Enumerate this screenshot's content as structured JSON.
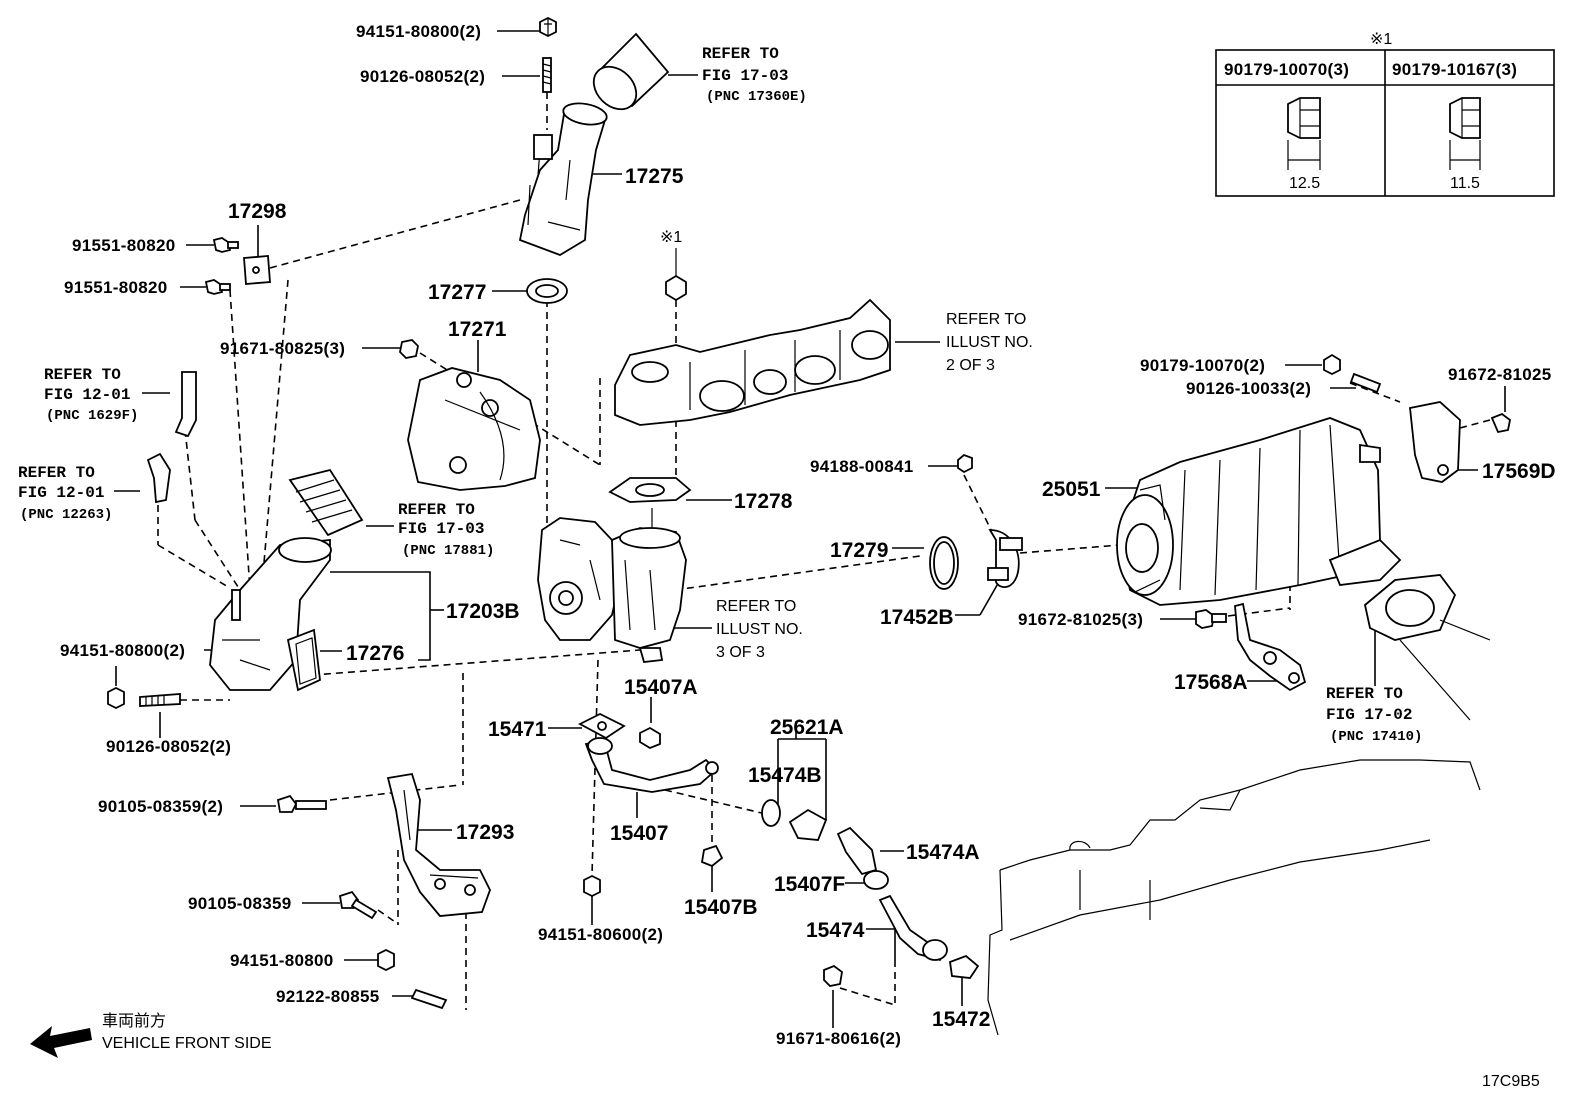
{
  "labels": {
    "p94151_80800_2_top": "94151-80800(2)",
    "p90126_08052_2_top": "90126-08052(2)",
    "p17275": "17275",
    "p17298": "17298",
    "p91551_80820_a": "91551-80820",
    "p91551_80820_b": "91551-80820",
    "p17277": "17277",
    "note1_mark": "※1",
    "p91671_80825_3": "91671-80825(3)",
    "p17271": "17271",
    "p17278": "17278",
    "p94188_00841": "94188-00841",
    "p17279": "17279",
    "p17452b": "17452B",
    "p25051": "25051",
    "p90179_10070_2": "90179-10070(2)",
    "p90126_10033_2": "90126-10033(2)",
    "p91672_81025": "91672-81025",
    "p17569d": "17569D",
    "p91672_81025_3": "91672-81025(3)",
    "p17568a": "17568A",
    "p17203b": "17203B",
    "p17276": "17276",
    "p94151_80800_2_mid": "94151-80800(2)",
    "p90126_08052_2_mid": "90126-08052(2)",
    "p15407a": "15407A",
    "p15471": "15471",
    "p25621a": "25621A",
    "p15474b": "15474B",
    "p15407": "15407",
    "p15474a": "15474A",
    "p15407f": "15407F",
    "p15407b": "15407B",
    "p15474": "15474",
    "p15472": "15472",
    "p94151_80600_2": "94151-80600(2)",
    "p91671_80616_2": "91671-80616(2)",
    "p90105_08359_2": "90105-08359(2)",
    "p17293": "17293",
    "p90105_08359": "90105-08359",
    "p94151_80800": "94151-80800",
    "p92122_80855": "92122-80855"
  },
  "refs": {
    "r1": [
      "REFER TO",
      "FIG 17-03",
      "(PNC 17360E)"
    ],
    "r2": [
      "REFER TO",
      "FIG 12-01",
      "(PNC 1629F)"
    ],
    "r3": [
      "REFER TO",
      "FIG 12-01",
      "(PNC 12263)"
    ],
    "r4": [
      "REFER TO",
      "FIG 17-03",
      "(PNC 17881)"
    ],
    "r5": [
      "REFER TO",
      "FIG 17-02",
      "(PNC 17410)"
    ]
  },
  "illust": {
    "i1": [
      "REFER TO",
      "ILLUST NO.",
      "2 OF 3"
    ],
    "i2": [
      "REFER TO",
      "ILLUST NO.",
      "3 OF 3"
    ]
  },
  "table": {
    "mark": "※1",
    "col1_head": "90179-10070(3)",
    "col2_head": "90179-10167(3)",
    "col1_dim": "12.5",
    "col2_dim": "11.5"
  },
  "front": {
    "jp": "車両前方",
    "en": "VEHICLE FRONT SIDE"
  },
  "figure_code": "17C9B5"
}
